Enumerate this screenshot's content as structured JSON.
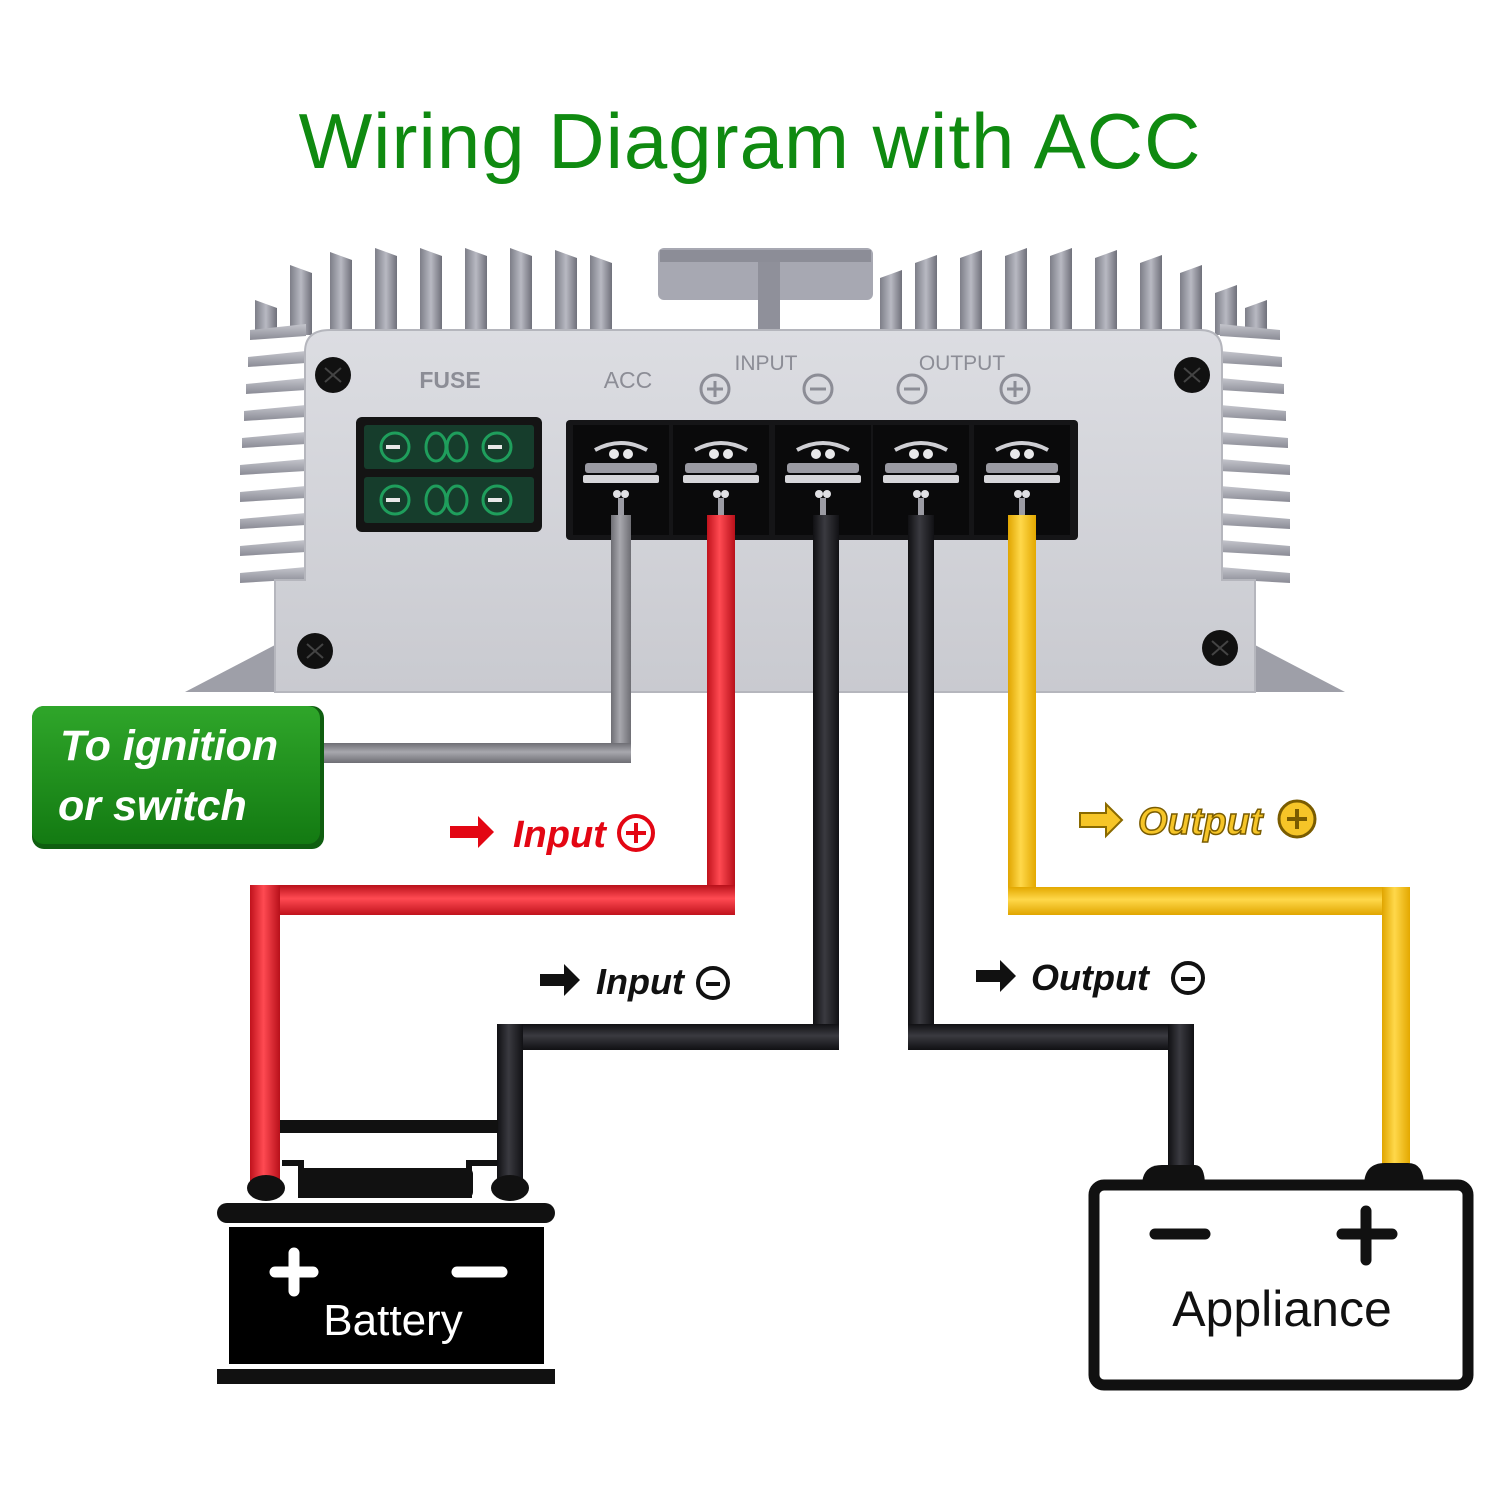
{
  "title": "Wiring Diagram with ACC",
  "colors": {
    "title_green": "#0f8a10",
    "ignition_box": "#1e8c1a",
    "wire_acc": "#8a8a8e",
    "wire_input_pos": "#e0202a",
    "wire_input_neg": "#1c1c20",
    "wire_output_neg": "#1c1c20",
    "wire_output_pos": "#f2b90d",
    "label_input_pos": "#e30613",
    "label_output_pos": "#f2c21c",
    "label_negative": "#111111"
  },
  "device": {
    "panel_labels": {
      "fuse": "FUSE",
      "acc": "ACC",
      "input": "INPUT",
      "output": "OUTPUT"
    },
    "terminal_symbols": [
      "⊕",
      "⊖",
      "⊖",
      "⊕"
    ],
    "terminals": [
      {
        "id": "acc",
        "wire": "acc"
      },
      {
        "id": "input-positive",
        "wire": "input_pos"
      },
      {
        "id": "input-negative",
        "wire": "input_neg"
      },
      {
        "id": "output-negative",
        "wire": "output_neg"
      },
      {
        "id": "output-positive",
        "wire": "output_pos"
      }
    ]
  },
  "labels": {
    "ignition": [
      "To ignition",
      "or switch"
    ],
    "input_pos": {
      "arrow": "➡",
      "text": "Input",
      "symbol": "+"
    },
    "input_neg": {
      "arrow": "➡",
      "text": "Input",
      "symbol": "-"
    },
    "output_pos": {
      "arrow": "⇨",
      "text": "Output",
      "symbol": "+"
    },
    "output_neg": {
      "arrow": "➡",
      "text": "Output",
      "symbol": "-"
    }
  },
  "battery": {
    "label": "Battery",
    "plus": "+",
    "minus": "−"
  },
  "appliance": {
    "label": "Appliance",
    "plus": "+",
    "minus": "−"
  }
}
